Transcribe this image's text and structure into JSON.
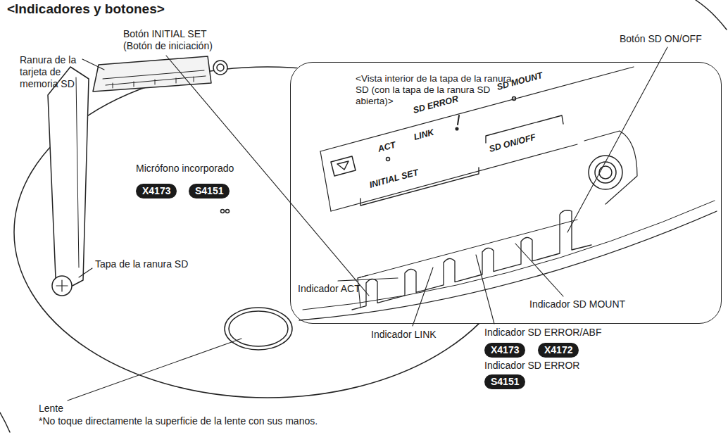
{
  "diagram": {
    "title": "<Indicadores y botones>",
    "nodes": [
      {
        "text": [
          "<Vista interior de la tapa de la ranura SD (con la tapa de la ranura SD abierta)>"
        ]
      },
      {
        "text": [
          "X4173"
        ]
      },
      {
        "text": [
          "S4151"
        ]
      },
      {
        "text": [
          "X4173"
        ]
      },
      {
        "text": [
          "X4172"
        ]
      },
      {
        "text": [
          "S4151"
        ]
      }
    ],
    "labels": [
      "Botón INITIAL SET (Botón de iniciación)",
      "Botón SD ON/OFF",
      "Ranura de la tarjeta de memoria SD",
      "Micrófono incorporado",
      "Tapa de la ranura SD",
      "Indicador ACT",
      "Indicador LINK",
      "Indicador SD MOUNT",
      "Indicador SD ERROR/ABF",
      "Indicador SD ERROR",
      "Lente",
      "*No toque directamente la superficie de la lente con sus manos.",
      "ACT",
      "LINK",
      "SD ERROR",
      "SD MOUNT",
      "INITIAL SET",
      "SD ON/OFF"
    ]
  }
}
